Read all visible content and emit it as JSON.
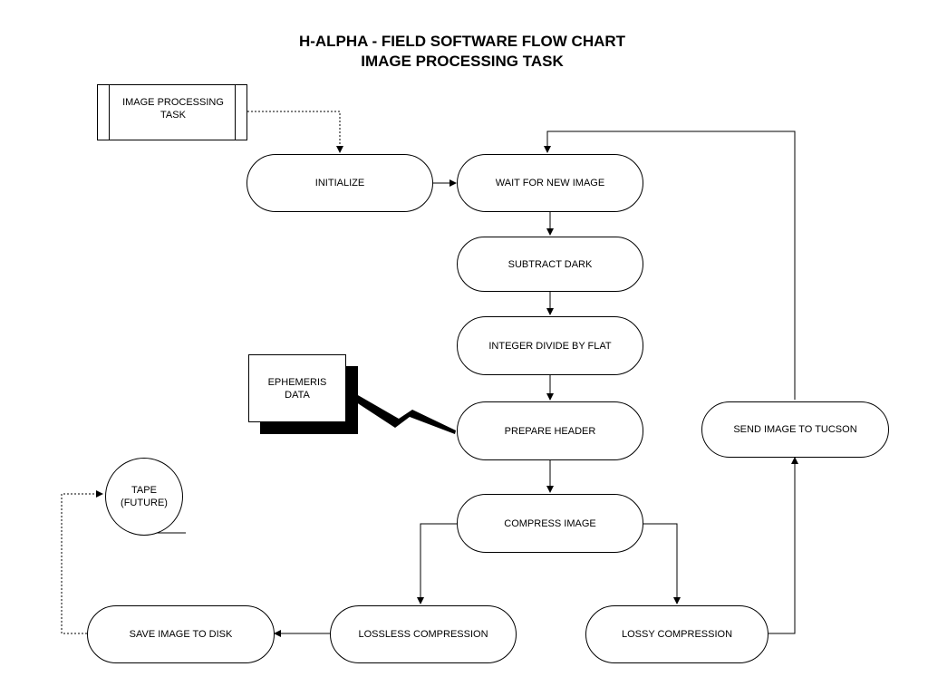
{
  "title": {
    "line1": "H-ALPHA - FIELD SOFTWARE FLOW CHART",
    "line2": "IMAGE PROCESSING TASK"
  },
  "nodes": {
    "task": "IMAGE PROCESSING\nTASK",
    "initialize": "INITIALIZE",
    "wait": "WAIT FOR NEW IMAGE",
    "subtract": "SUBTRACT DARK",
    "divide": "INTEGER DIVIDE BY FLAT",
    "prepare": "PREPARE HEADER",
    "compress": "COMPRESS IMAGE",
    "lossless": "LOSSLESS COMPRESSION",
    "lossy": "LOSSY COMPRESSION",
    "save": "SAVE IMAGE TO DISK",
    "send": "SEND IMAGE TO TUCSON",
    "ephemeris": "EPHEMERIS\nDATA",
    "tape": "TAPE\n(FUTURE)"
  }
}
